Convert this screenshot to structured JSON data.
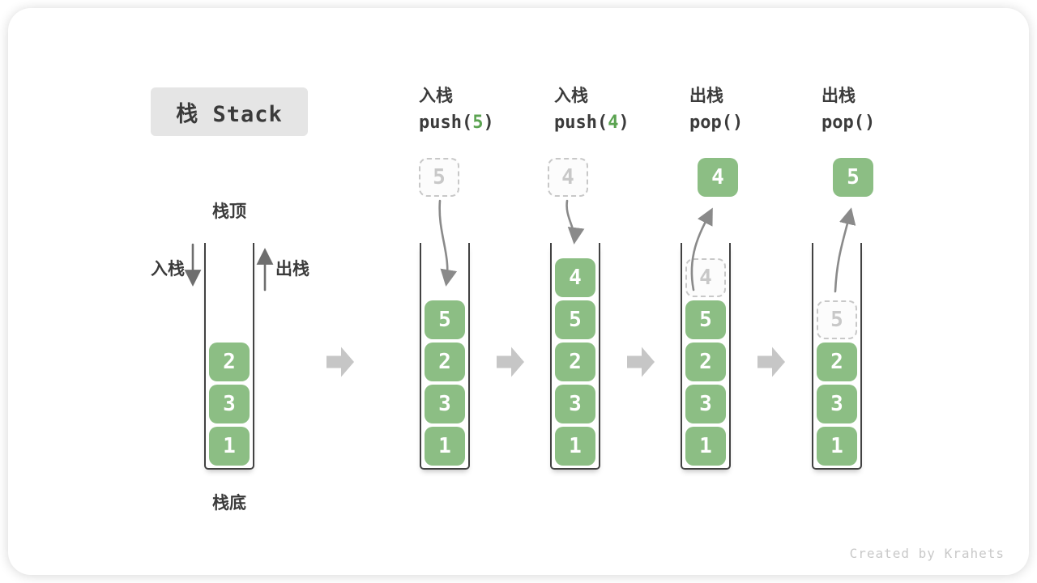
{
  "title": "栈 Stack",
  "annotations": {
    "stack_top": "栈顶",
    "stack_bottom": "栈底",
    "push_direction": "入栈",
    "pop_direction": "出栈"
  },
  "operations": [
    {
      "name_cn": "入栈",
      "code_pre": "push(",
      "arg": "5",
      "code_post": ")"
    },
    {
      "name_cn": "入栈",
      "code_pre": "push(",
      "arg": "4",
      "code_post": ")"
    },
    {
      "name_cn": "出栈",
      "code_pre": "pop(",
      "arg": "",
      "code_post": ")"
    },
    {
      "name_cn": "出栈",
      "code_pre": "pop(",
      "arg": "",
      "code_post": ")"
    }
  ],
  "stacks": [
    {
      "state": "initial",
      "cells": [
        {
          "v": "2",
          "style": "solid"
        },
        {
          "v": "3",
          "style": "solid"
        },
        {
          "v": "1",
          "style": "solid"
        }
      ]
    },
    {
      "state": "after push(5)",
      "float": {
        "v": "5",
        "style": "dashed"
      },
      "arrow": "in",
      "cells": [
        {
          "v": "5",
          "style": "solid"
        },
        {
          "v": "2",
          "style": "solid"
        },
        {
          "v": "3",
          "style": "solid"
        },
        {
          "v": "1",
          "style": "solid"
        }
      ]
    },
    {
      "state": "after push(4)",
      "float": {
        "v": "4",
        "style": "dashed"
      },
      "arrow": "in",
      "cells": [
        {
          "v": "4",
          "style": "solid"
        },
        {
          "v": "5",
          "style": "solid"
        },
        {
          "v": "2",
          "style": "solid"
        },
        {
          "v": "3",
          "style": "solid"
        },
        {
          "v": "1",
          "style": "solid"
        }
      ]
    },
    {
      "state": "after pop() -> 4",
      "float": {
        "v": "4",
        "style": "solid"
      },
      "arrow": "out",
      "cells": [
        {
          "v": "4",
          "style": "ghost"
        },
        {
          "v": "5",
          "style": "solid"
        },
        {
          "v": "2",
          "style": "solid"
        },
        {
          "v": "3",
          "style": "solid"
        },
        {
          "v": "1",
          "style": "solid"
        }
      ]
    },
    {
      "state": "after pop() -> 5",
      "float": {
        "v": "5",
        "style": "solid"
      },
      "arrow": "out",
      "cells": [
        {
          "v": "5",
          "style": "ghost"
        },
        {
          "v": "2",
          "style": "solid"
        },
        {
          "v": "3",
          "style": "solid"
        },
        {
          "v": "1",
          "style": "solid"
        }
      ]
    }
  ],
  "credit": "Created by Krahets",
  "colors": {
    "box_green": "#8CBE84",
    "arg_green": "#5BA351",
    "label_dark": "#3B3B3B",
    "arrow_gray": "#8A8A8A",
    "chevron_gray": "#C6C6C6",
    "dashed_gray": "#C8C8C8",
    "title_bg": "#E5E5E5",
    "wall_dark": "#424242",
    "credit_gray": "#C9C9C9"
  }
}
